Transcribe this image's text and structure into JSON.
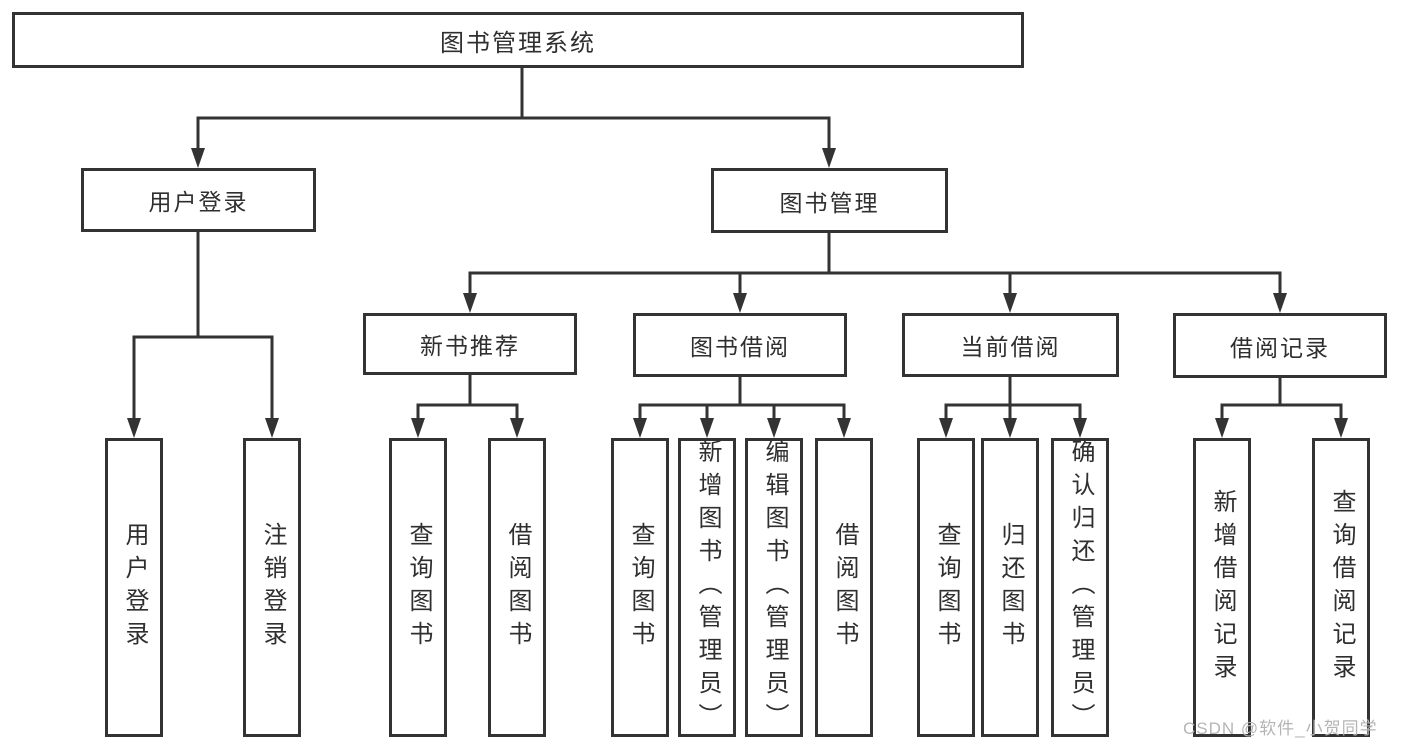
{
  "title": "图书管理系统",
  "tree": {
    "root": {
      "label": "图书管理系统"
    },
    "user_login": {
      "label": "用户登录",
      "children": [
        {
          "label": "用户登录"
        },
        {
          "label": "注销登录"
        }
      ]
    },
    "book_mgmt": {
      "label": "图书管理",
      "sections": {
        "new_book": {
          "label": "新书推荐",
          "children": [
            {
              "label": "查询图书"
            },
            {
              "label": "借阅图书"
            }
          ]
        },
        "borrow": {
          "label": "图书借阅",
          "children": [
            {
              "label": "查询图书"
            },
            {
              "label": "新增图书（管理员）"
            },
            {
              "label": "编辑图书（管理员）"
            },
            {
              "label": "借阅图书"
            }
          ]
        },
        "current": {
          "label": "当前借阅",
          "children": [
            {
              "label": "查询图书"
            },
            {
              "label": "归还图书"
            },
            {
              "label": "确认归还（管理员）"
            }
          ]
        },
        "records": {
          "label": "借阅记录",
          "children": [
            {
              "label": "新增借阅记录"
            },
            {
              "label": "查询借阅记录"
            }
          ]
        }
      }
    }
  },
  "watermark": "CSDN @软件_小贺同学",
  "colors": {
    "line": "#333333",
    "node_border": "#333333",
    "node_text": "#2f2f2f",
    "background": "#ffffff",
    "watermark": "#b5b5b5"
  }
}
